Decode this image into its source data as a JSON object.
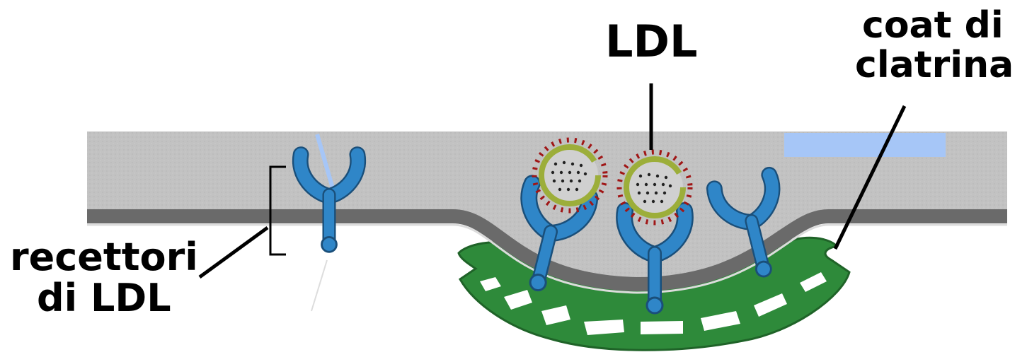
{
  "labels": {
    "ldl": "LDL",
    "coat_line1": "coat di",
    "coat_line2": "clatrina",
    "receptors_line1": "recettori",
    "receptors_line2": "di LDL"
  },
  "colors": {
    "extracellular": "#bfbfbf",
    "membrane": "#6e6e6e",
    "receptor": "#2f86c8",
    "receptor_outline": "#1a4f7a",
    "clathrin": "#2e8a3a",
    "ldl_core_dot": "#222222",
    "ldl_shell": "#9cae3a",
    "ldl_protein_dot": "#a01616",
    "highlight": "#a6c6f7"
  },
  "icons": [
    "ldl-receptor-icon",
    "ldl-particle-icon",
    "clathrin-coat-icon"
  ]
}
